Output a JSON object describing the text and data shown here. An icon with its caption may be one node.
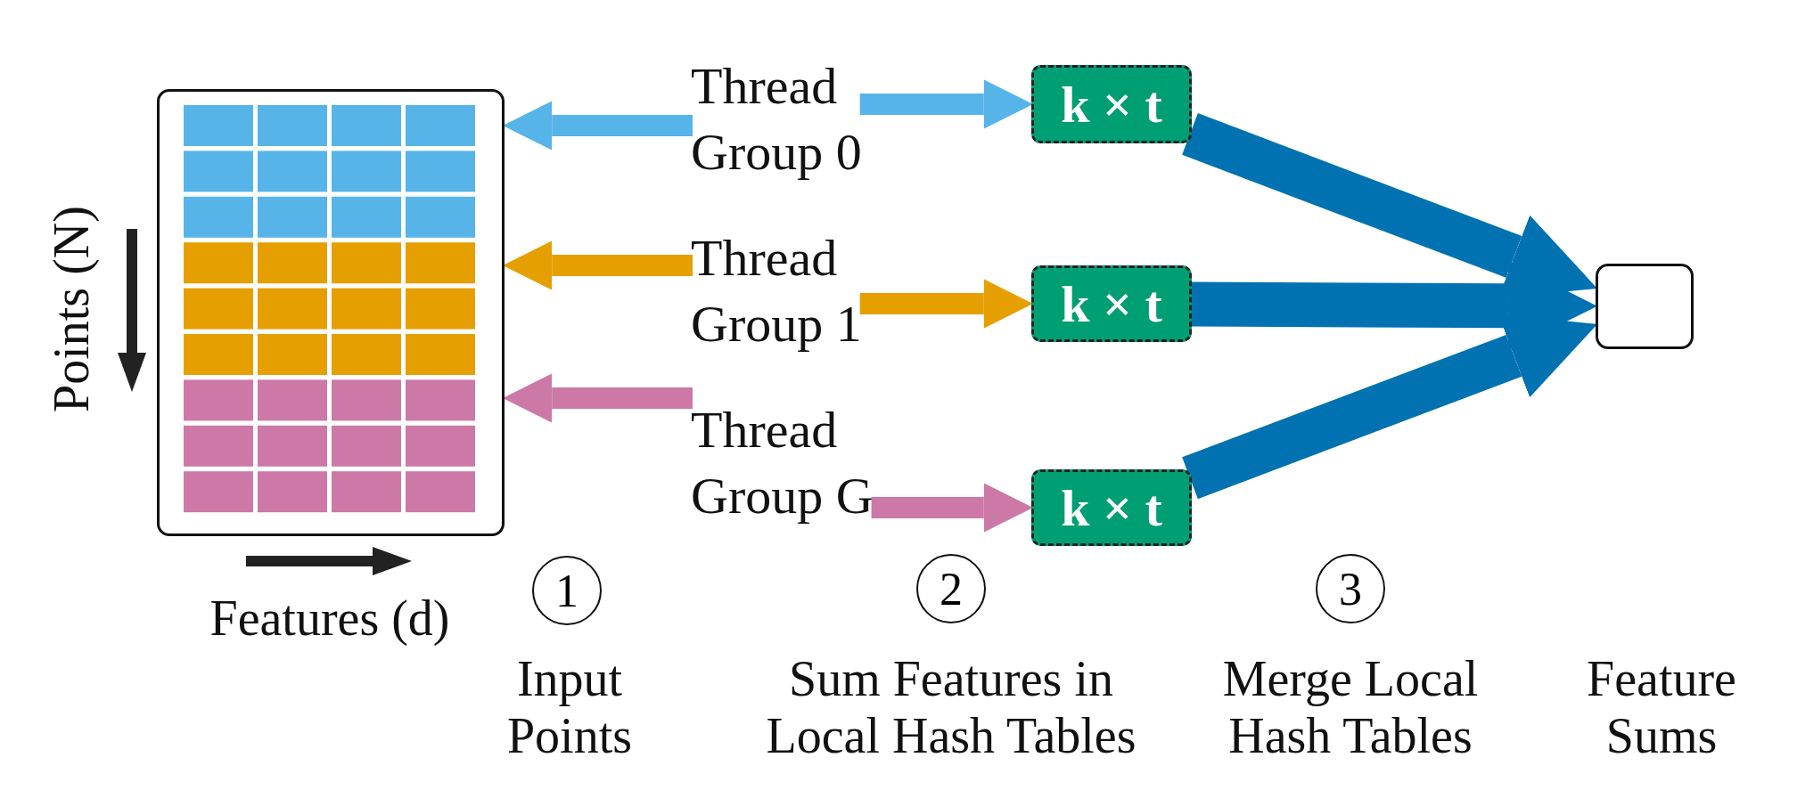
{
  "diagram": {
    "nodes": [
      {
        "text": [],
        "shape": "box"
      },
      {
        "text": [
          "Thread Group 0"
        ]
      },
      {
        "text": [
          "k × t"
        ]
      },
      {
        "text": [
          "Thread Group 1"
        ]
      },
      {
        "text": [
          "k × t"
        ]
      },
      {
        "text": [
          "Thread Group G"
        ]
      },
      {
        "text": [
          "k × t"
        ]
      },
      {
        "text": [],
        "shape": "box"
      }
    ],
    "edges": [
      {
        "from": 1,
        "to": 0,
        "arrow": "to",
        "color": "#56b4e9"
      },
      {
        "from": 1,
        "to": 2,
        "arrow": "to",
        "color": "#56b4e9"
      },
      {
        "from": 2,
        "to": 7,
        "arrow": "to",
        "style": "thick",
        "color": "#0072b2"
      },
      {
        "from": 3,
        "to": 0,
        "arrow": "to",
        "color": "#e69f00"
      },
      {
        "from": 3,
        "to": 4,
        "arrow": "to",
        "color": "#e69f00"
      },
      {
        "from": 4,
        "to": 7,
        "arrow": "to",
        "style": "thick",
        "color": "#0072b2"
      },
      {
        "from": 5,
        "to": 0,
        "arrow": "to",
        "color": "#cc79a7"
      },
      {
        "from": 5,
        "to": 6,
        "arrow": "to",
        "color": "#cc79a7"
      },
      {
        "from": 6,
        "to": 7,
        "arrow": "to",
        "style": "thick",
        "color": "#0072b2"
      }
    ],
    "labels": [
      "Points (N)",
      "Features (d)",
      "1",
      "2",
      "3",
      "Input Points",
      "Sum Features in Local Hash Tables",
      "Merge Local Hash Tables",
      "Feature Sums"
    ]
  }
}
